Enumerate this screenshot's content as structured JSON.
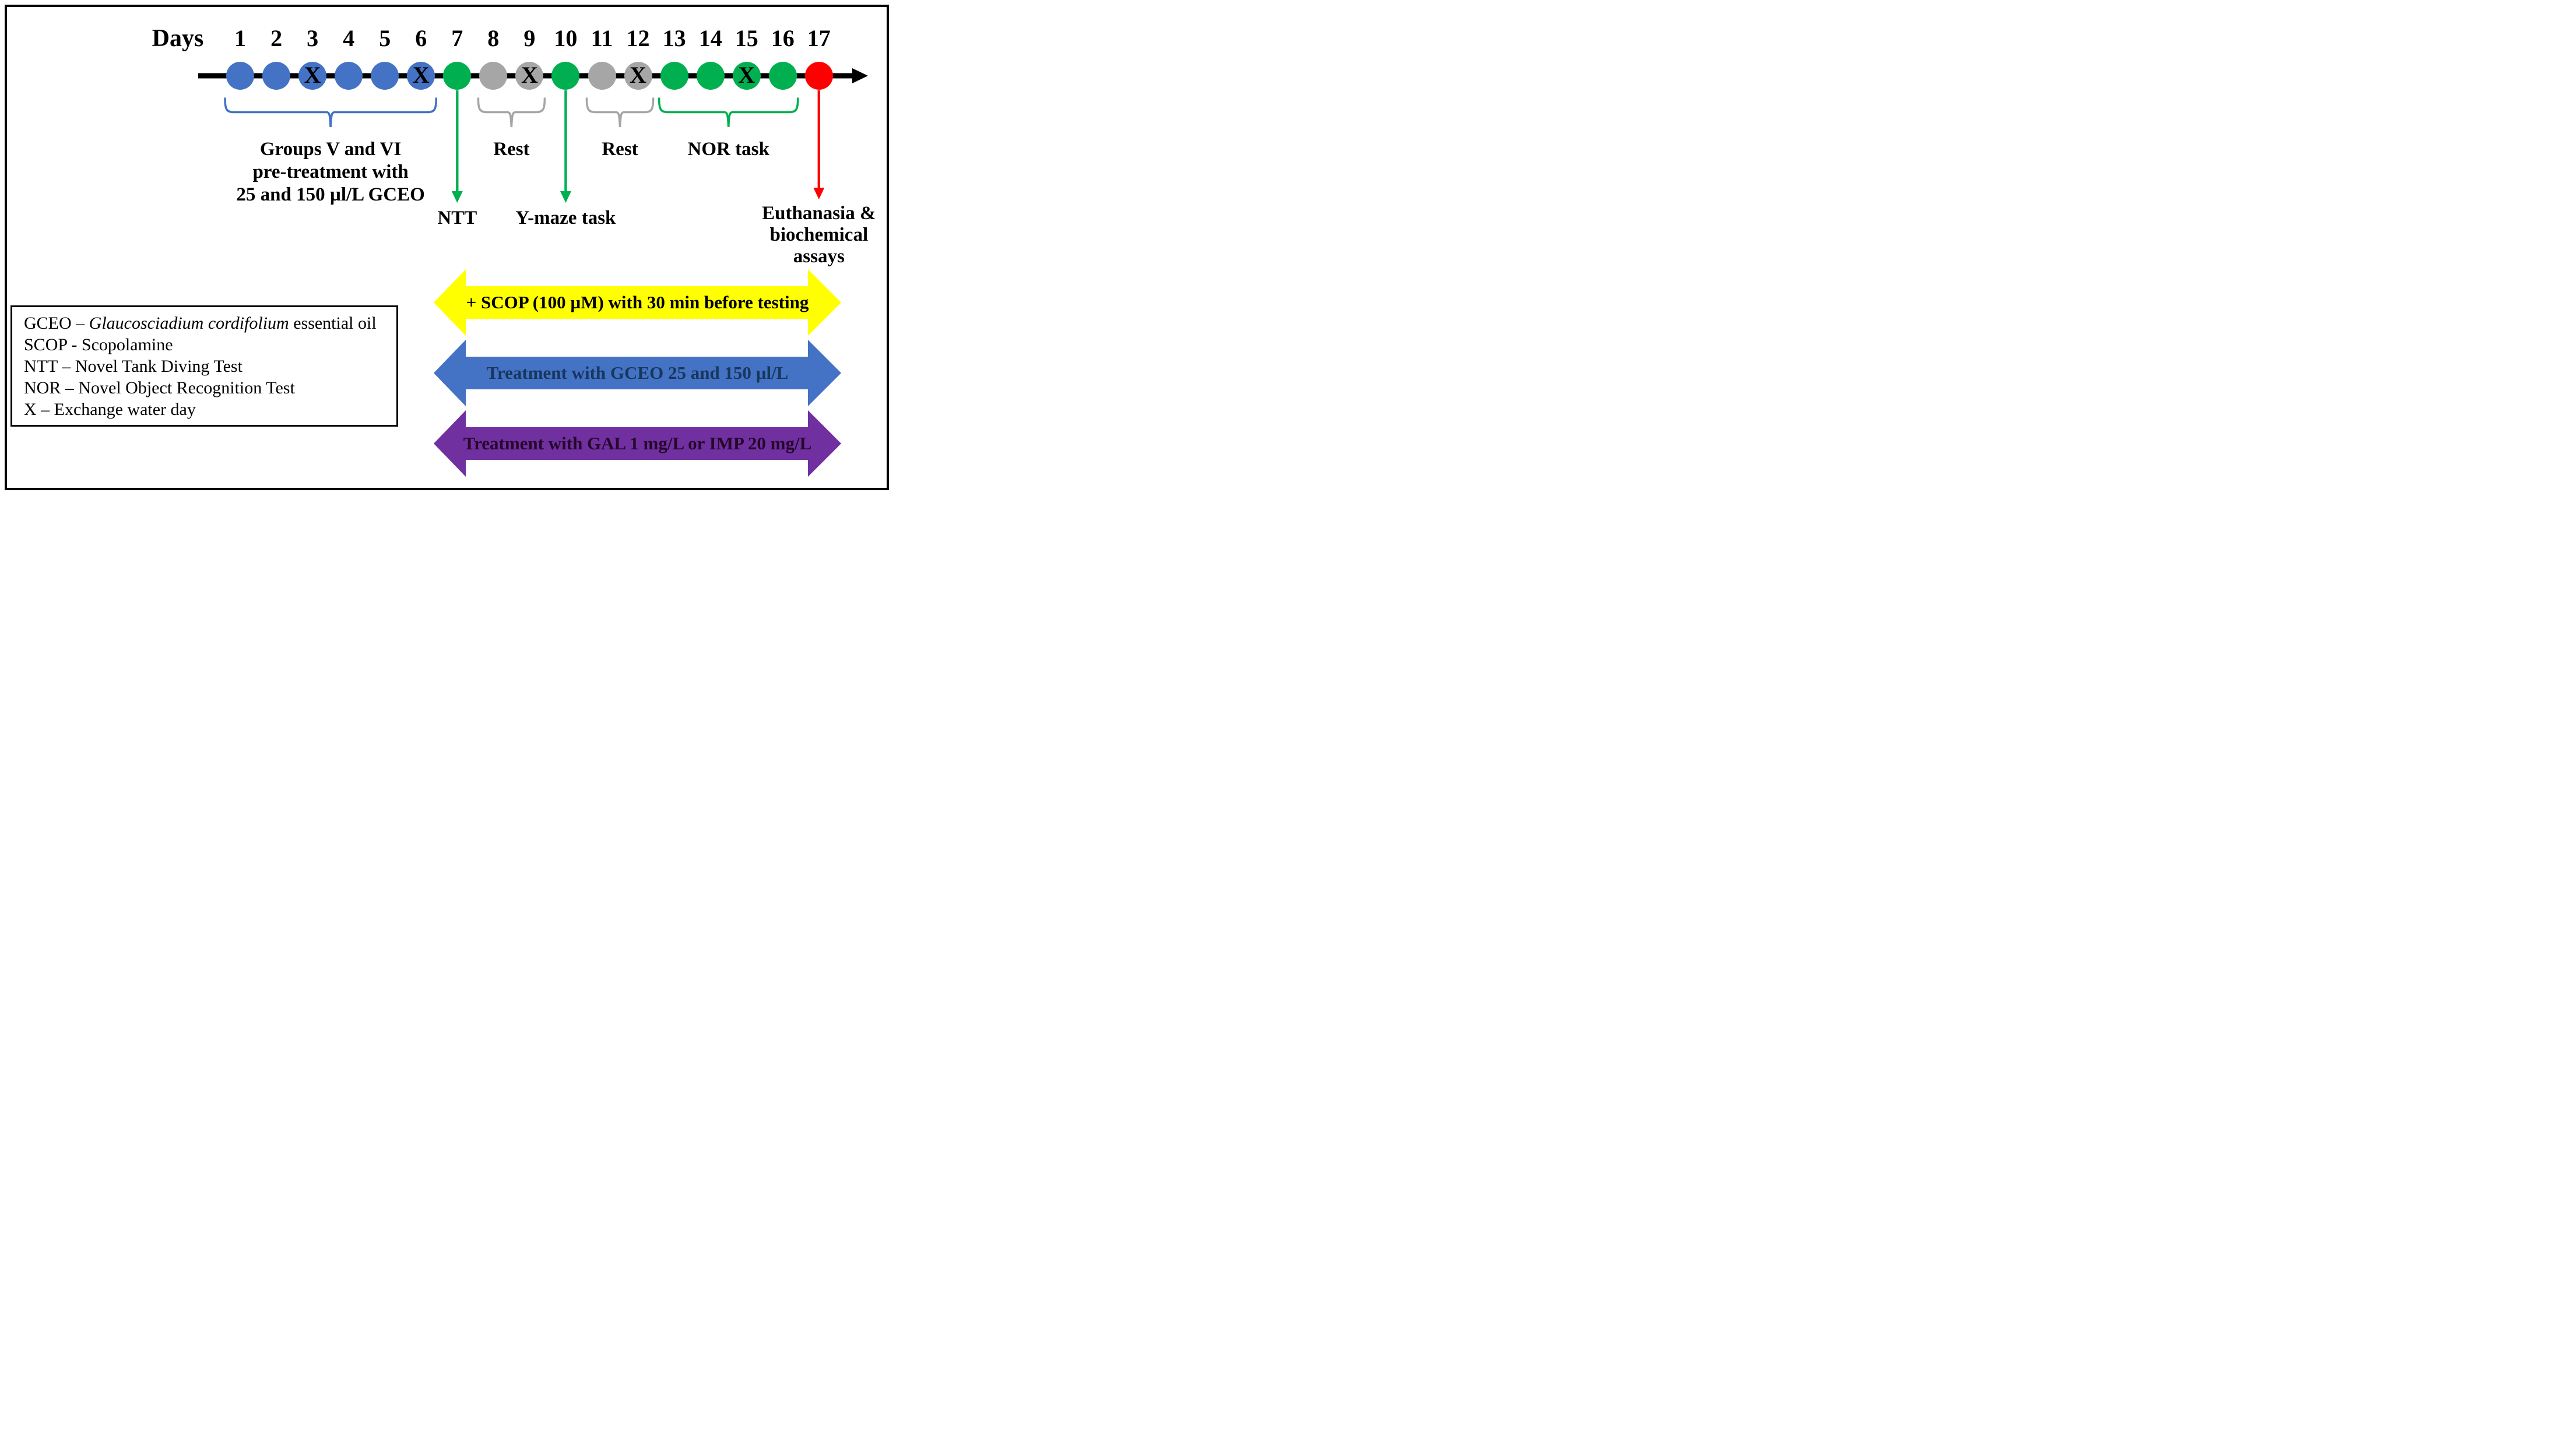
{
  "palette": {
    "black": "#000000",
    "blue": "#4472C4",
    "green": "#00B050",
    "gray": "#A6A6A6",
    "red": "#FF0000",
    "yellow": "#FFFF00",
    "purple": "#7030A0"
  },
  "timeline": {
    "axis_label": "Days",
    "x_mark": "X",
    "days": [
      {
        "label": "1",
        "color": "#4472C4",
        "exchange_water": false
      },
      {
        "label": "2",
        "color": "#4472C4",
        "exchange_water": false
      },
      {
        "label": "3",
        "color": "#4472C4",
        "exchange_water": true
      },
      {
        "label": "4",
        "color": "#4472C4",
        "exchange_water": false
      },
      {
        "label": "5",
        "color": "#4472C4",
        "exchange_water": false
      },
      {
        "label": "6",
        "color": "#4472C4",
        "exchange_water": true
      },
      {
        "label": "7",
        "color": "#00B050",
        "exchange_water": false
      },
      {
        "label": "8",
        "color": "#A6A6A6",
        "exchange_water": false
      },
      {
        "label": "9",
        "color": "#A6A6A6",
        "exchange_water": true
      },
      {
        "label": "10",
        "color": "#00B050",
        "exchange_water": false
      },
      {
        "label": "11",
        "color": "#A6A6A6",
        "exchange_water": false
      },
      {
        "label": "12",
        "color": "#A6A6A6",
        "exchange_water": true
      },
      {
        "label": "13",
        "color": "#00B050",
        "exchange_water": false
      },
      {
        "label": "14",
        "color": "#00B050",
        "exchange_water": false
      },
      {
        "label": "15",
        "color": "#00B050",
        "exchange_water": true
      },
      {
        "label": "16",
        "color": "#00B050",
        "exchange_water": false
      },
      {
        "label": "17",
        "color": "#FF0000",
        "exchange_water": false
      }
    ]
  },
  "phases": [
    {
      "id": "pretreatment",
      "day_start": 1,
      "day_end": 6,
      "color": "#4472C4",
      "label_lines": [
        "Groups V and VI",
        "pre-treatment with",
        "25 and 150 µl/L GCEO"
      ]
    },
    {
      "id": "rest-1",
      "day_start": 8,
      "day_end": 9,
      "color": "#A6A6A6",
      "label_lines": [
        "Rest"
      ]
    },
    {
      "id": "rest-2",
      "day_start": 11,
      "day_end": 12,
      "color": "#A6A6A6",
      "label_lines": [
        "Rest"
      ]
    },
    {
      "id": "nor-task",
      "day_start": 13,
      "day_end": 16,
      "color": "#00B050",
      "label_lines": [
        "NOR task"
      ]
    }
  ],
  "events": [
    {
      "id": "ntt",
      "day": 7,
      "color": "#00B050",
      "label_lines": [
        "NTT"
      ]
    },
    {
      "id": "y-maze",
      "day": 10,
      "color": "#00B050",
      "label_lines": [
        "Y-maze task"
      ]
    },
    {
      "id": "euthanasia",
      "day": 17,
      "color": "#FF0000",
      "label_lines": [
        "Euthanasia &",
        "biochemical",
        "assays"
      ]
    }
  ],
  "treatment_arrows": [
    {
      "id": "scop",
      "fill": "#FFFF00",
      "text_color": "#000000",
      "label": "+ SCOP (100 µM) with 30 min before testing"
    },
    {
      "id": "gceo",
      "fill": "#4472C4",
      "text_color": "#17375E",
      "label": "Treatment with GCEO 25 and 150 µl/L"
    },
    {
      "id": "gal-imp",
      "fill": "#7030A0",
      "text_color": "#26062B",
      "label": "Treatment with GAL 1 mg/L or IMP 20 mg/L"
    }
  ],
  "legend": {
    "items": [
      {
        "parts": [
          {
            "text": "GCEO – "
          },
          {
            "text": "Glaucosciadium cordifolium",
            "italic": true
          },
          {
            "text": " essential oil"
          }
        ]
      },
      {
        "parts": [
          {
            "text": "SCOP - Scopolamine"
          }
        ]
      },
      {
        "parts": [
          {
            "text": "NTT – Novel Tank Diving Test"
          }
        ]
      },
      {
        "parts": [
          {
            "text": "NOR – Novel Object Recognition Test"
          }
        ]
      },
      {
        "parts": [
          {
            "text": "X – Exchange water day"
          }
        ]
      }
    ]
  }
}
